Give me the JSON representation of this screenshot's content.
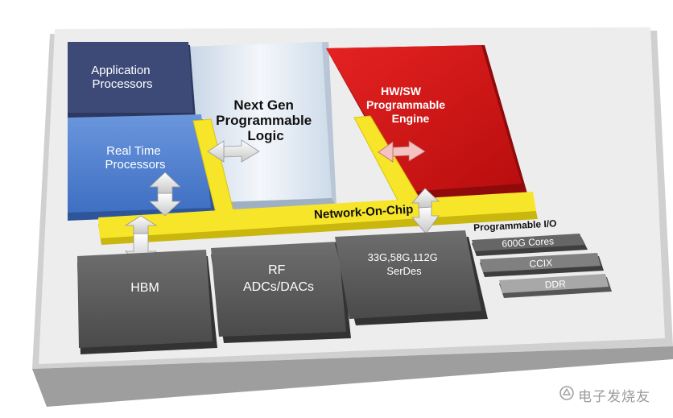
{
  "blocks": {
    "app_processors": [
      "Application",
      "Processors"
    ],
    "programmable_logic": [
      "Next Gen",
      "Programmable",
      "Logic"
    ],
    "hw_sw_engine": [
      "HW/SW",
      "Programmable",
      "Engine"
    ],
    "rt_processors": [
      "Real Time",
      "Processors"
    ],
    "noc": "Network-On-Chip",
    "hbm": "HBM",
    "rf": [
      "RF",
      "ADCs/DACs"
    ],
    "serdes": [
      "33G,58G,112G",
      "SerDes"
    ],
    "pio_title": "Programmable I/O",
    "pio_items": [
      "600G Cores",
      "CCIX",
      "DDR"
    ]
  },
  "watermark": "电子发烧友",
  "colors": {
    "app_processors": "#3d4a78",
    "rt_processors": "#4f7fd0",
    "programmable_logic": "#dfe8f1",
    "hw_sw_engine": "#d31414",
    "noc": "#f7e52a",
    "io_blocks": "#5a5a5a",
    "pio_items": "#7a7a7a"
  }
}
